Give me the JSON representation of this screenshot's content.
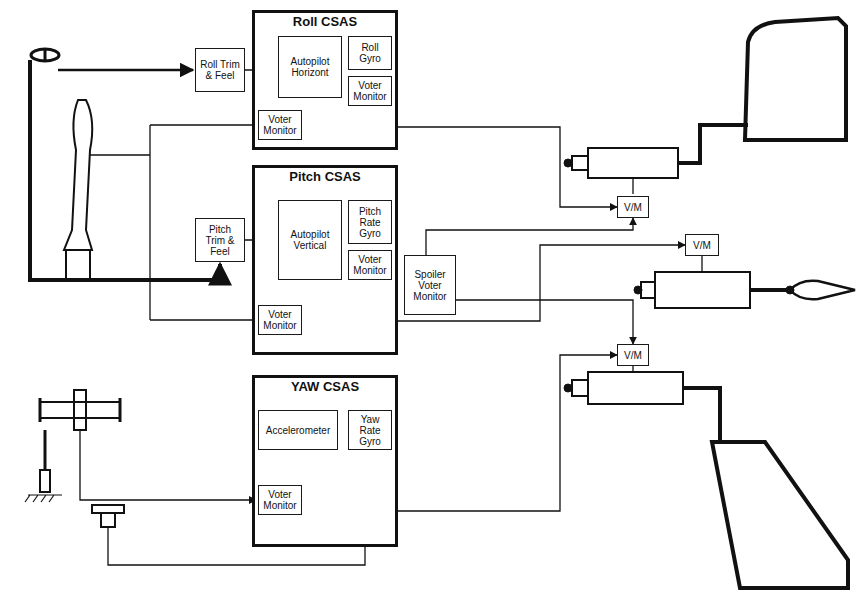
{
  "diagram": {
    "nodes": [
      {
        "text": [
          "Roll Trim & Feel"
        ]
      },
      {
        "text": [
          "Roll CSAS"
        ]
      },
      {
        "text": [
          "Autopilot Horizont"
        ],
        "in": 1
      },
      {
        "text": [
          "Roll Gyro"
        ],
        "in": 1
      },
      {
        "text": [
          "Voter Monitor"
        ],
        "in": 1
      },
      {
        "text": [
          "Voter Monitor"
        ],
        "in": 1
      },
      {
        "text": [
          "Pitch Trim & Feel"
        ]
      },
      {
        "text": [
          "Pitch CSAS"
        ]
      },
      {
        "text": [
          "Autopilot Vertical"
        ],
        "in": 7
      },
      {
        "text": [
          "Pitch Rate Gyro"
        ],
        "in": 7
      },
      {
        "text": [
          "Voter Monitor"
        ],
        "in": 7
      },
      {
        "text": [
          "Voter Monitor"
        ],
        "in": 7
      },
      {
        "text": [
          "Spoiler Voter Monitor"
        ]
      },
      {
        "text": [
          "YAW CSAS"
        ]
      },
      {
        "text": [
          "Accelerometer"
        ],
        "in": 13
      },
      {
        "text": [
          "Yaw Rate Gyro"
        ],
        "in": 13
      },
      {
        "text": [
          "Voter Monitor"
        ],
        "in": 13
      },
      {
        "text": [
          "V/M"
        ]
      },
      {
        "text": [
          "V/M"
        ]
      },
      {
        "text": [
          "V/M"
        ]
      }
    ],
    "edges": [
      {
        "from": 0,
        "to": 2,
        "arrow": "to"
      },
      {
        "from": 6,
        "to": 8,
        "arrow": "to"
      },
      {
        "from": 1,
        "to": 17,
        "arrow": "to"
      },
      {
        "from": 7,
        "to": 18,
        "arrow": "to"
      },
      {
        "from": 13,
        "to": 19,
        "arrow": "to"
      },
      {
        "from": 12,
        "to": 17,
        "arrow": "to"
      },
      {
        "from": 12,
        "to": 19,
        "arrow": "to"
      }
    ]
  }
}
